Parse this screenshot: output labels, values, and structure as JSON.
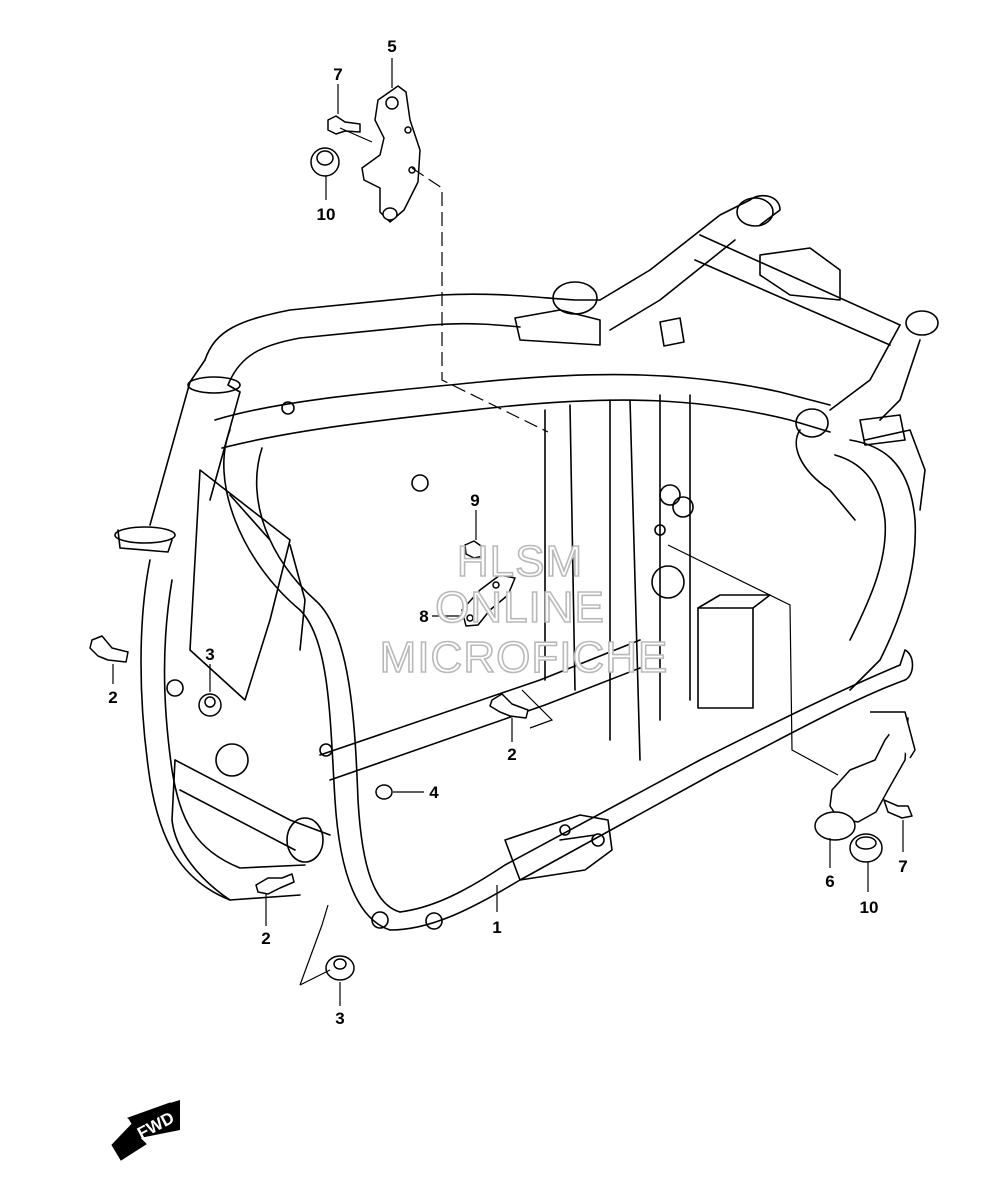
{
  "callouts": [
    {
      "id": "label-1",
      "text": "1"
    },
    {
      "id": "label-2a",
      "text": "2"
    },
    {
      "id": "label-2b",
      "text": "2"
    },
    {
      "id": "label-2c",
      "text": "2"
    },
    {
      "id": "label-3a",
      "text": "3"
    },
    {
      "id": "label-3b",
      "text": "3"
    },
    {
      "id": "label-4",
      "text": "4"
    },
    {
      "id": "label-5",
      "text": "5"
    },
    {
      "id": "label-6",
      "text": "6"
    },
    {
      "id": "label-7a",
      "text": "7"
    },
    {
      "id": "label-7b",
      "text": "7"
    },
    {
      "id": "label-8",
      "text": "8"
    },
    {
      "id": "label-9",
      "text": "9"
    },
    {
      "id": "label-10a",
      "text": "10"
    },
    {
      "id": "label-10b",
      "text": "10"
    }
  ],
  "watermark": {
    "line1": "HLSM",
    "line2": "ONLINE",
    "line3": "MICROFICHE"
  },
  "fwd_label": "FWD"
}
